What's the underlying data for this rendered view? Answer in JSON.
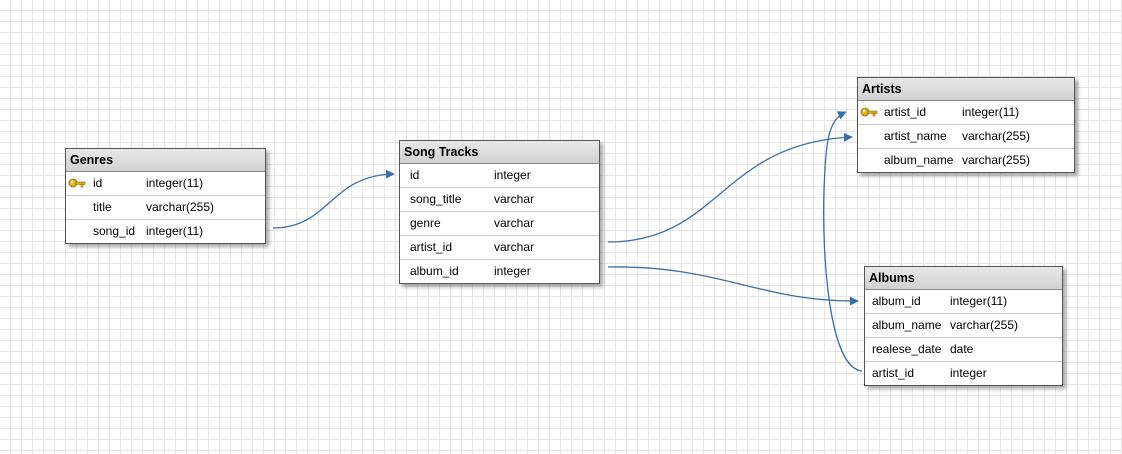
{
  "colors": {
    "connector": "#3b6ea6",
    "grid": "#e6e6e6",
    "header_bg": "#d9d9d9",
    "key": "#e2b21c"
  },
  "tables": {
    "genres": {
      "title": "Genres",
      "rows": [
        {
          "name": "id",
          "type": "integer(11)",
          "icon": "key-icon"
        },
        {
          "name": "title",
          "type": "varchar(255)"
        },
        {
          "name": "song_id",
          "type": "integer(11)"
        }
      ]
    },
    "song_tracks": {
      "title": "Song Tracks",
      "rows": [
        {
          "name": "id",
          "type": "integer"
        },
        {
          "name": "song_title",
          "type": "varchar"
        },
        {
          "name": "genre",
          "type": "varchar"
        },
        {
          "name": "artist_id",
          "type": "varchar"
        },
        {
          "name": "album_id",
          "type": "integer"
        }
      ]
    },
    "artists": {
      "title": "Artists",
      "rows": [
        {
          "name": "artist_id",
          "type": "integer(11)",
          "icon": "key-icon"
        },
        {
          "name": "artist_name",
          "type": "varchar(255)"
        },
        {
          "name": "album_name",
          "type": "varchar(255)"
        }
      ]
    },
    "albums": {
      "title": "Albums",
      "rows": [
        {
          "name": "album_id",
          "type": "integer(11)"
        },
        {
          "name": "album_name",
          "type": "varchar(255)"
        },
        {
          "name": "realese_date",
          "type": "date"
        },
        {
          "name": "artist_id",
          "type": "integer"
        }
      ]
    }
  },
  "relationships": [
    {
      "from": "genres.song_id",
      "to": "song_tracks"
    },
    {
      "from": "song_tracks.artist_id",
      "to": "artists.artist_name"
    },
    {
      "from": "song_tracks.album_id",
      "to": "albums.album_id"
    },
    {
      "from": "albums.artist_id",
      "to": "artists.artist_id"
    }
  ]
}
